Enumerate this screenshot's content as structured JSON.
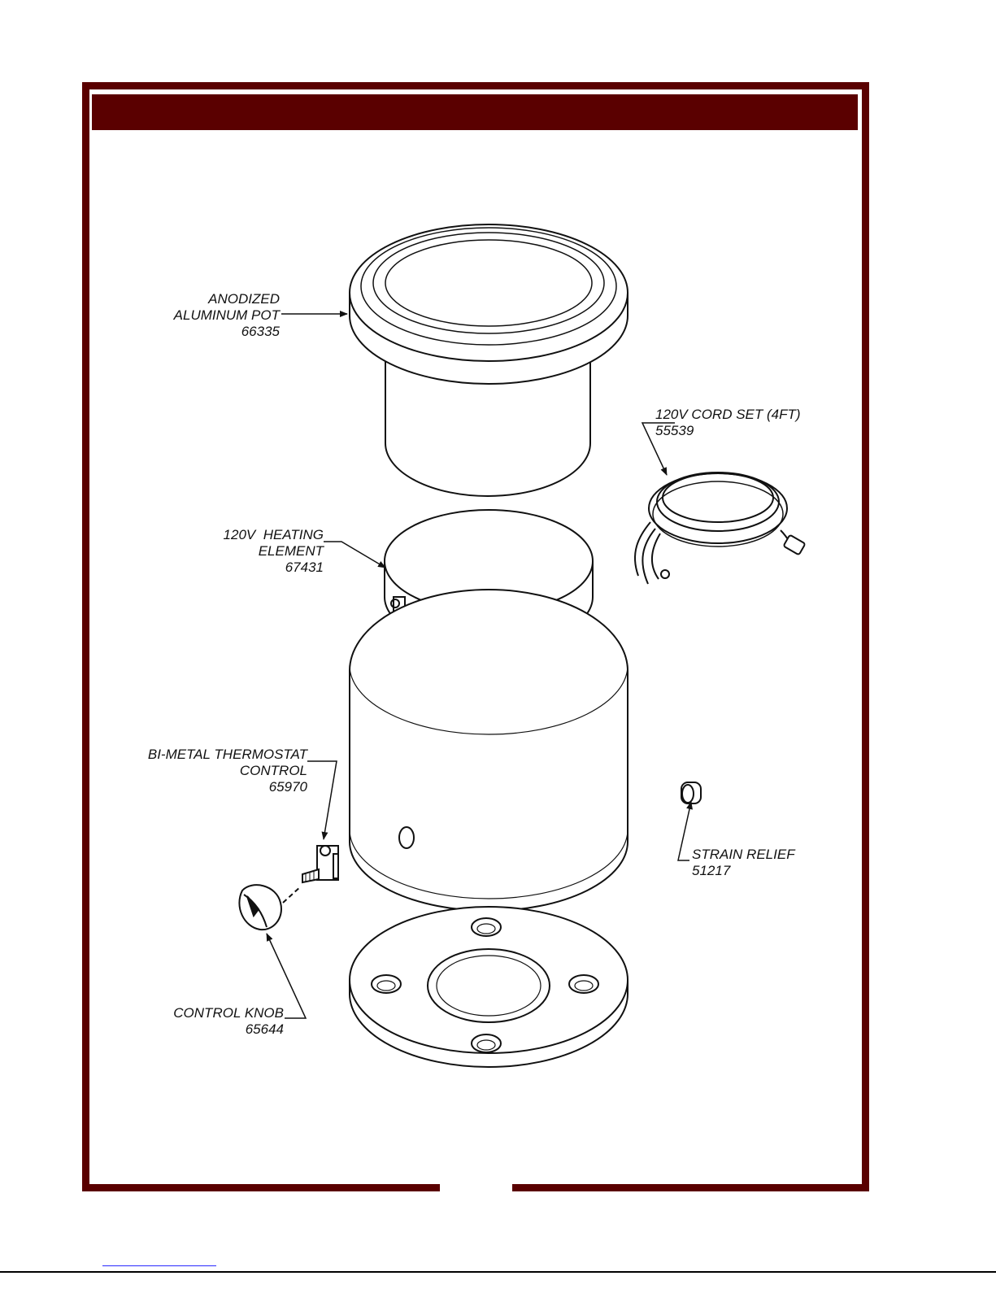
{
  "colors": {
    "frame": "#5a0000",
    "ink": "#111111"
  },
  "parts": {
    "pot": {
      "name_line1": "ANODIZED",
      "name_line2": "ALUMINUM POT",
      "number": "66335"
    },
    "cord": {
      "name": "120V CORD SET (4FT)",
      "number": "55539"
    },
    "heating_element": {
      "name_line1": "120V  HEATING",
      "name_line2": "ELEMENT",
      "number": "67431"
    },
    "thermostat": {
      "name_line1": "BI-METAL THERMOSTAT",
      "name_line2": "CONTROL",
      "number": "65970"
    },
    "strain_relief": {
      "name": "STRAIN RELIEF",
      "number": "51217"
    },
    "knob": {
      "name": "CONTROL KNOB",
      "number": "65644"
    }
  }
}
